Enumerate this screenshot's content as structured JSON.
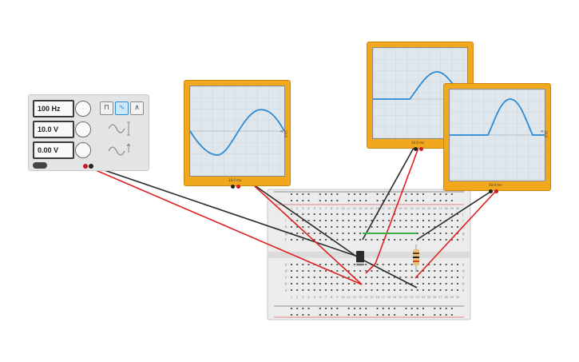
{
  "function_generator": {
    "frequency": "100 Hz",
    "amplitude": "10.0 V",
    "offset": "0.00 V",
    "waveforms": [
      {
        "icon": "square-wave-icon",
        "glyph": "⊓",
        "active": false
      },
      {
        "icon": "sine-wave-icon",
        "glyph": "∿",
        "active": true
      },
      {
        "icon": "triangle-wave-icon",
        "glyph": "∧",
        "active": false
      }
    ]
  },
  "oscilloscopes": [
    {
      "time_div": "10.0 ms",
      "volt_div": "10.0 V",
      "trace": "sine"
    },
    {
      "time_div": "10.0 ms",
      "volt_div": "",
      "trace": "half-wave"
    },
    {
      "time_div": "10.0 ms",
      "volt_div": "10.0 V",
      "trace": "half-wave"
    }
  ],
  "colors": {
    "scope_frame": "#f2a81d",
    "trace": "#2b8bd6",
    "wire_red": "#e02020",
    "wire_black": "#2a2a2a",
    "wire_green": "#3cb043",
    "breadboard": "#ececec"
  },
  "breadboard": {
    "column_numbers": [
      "1",
      "2",
      "3",
      "4",
      "5",
      "6",
      "7",
      "8",
      "9",
      "10",
      "11",
      "12",
      "13",
      "14",
      "15",
      "16",
      "17",
      "18",
      "19",
      "20",
      "21",
      "22",
      "23",
      "24",
      "25",
      "26",
      "27",
      "28",
      "29",
      "30"
    ],
    "row_letters_top": [
      "j",
      "i",
      "h",
      "g",
      "f"
    ],
    "row_letters_bottom": [
      "e",
      "d",
      "c",
      "b",
      "a"
    ]
  }
}
